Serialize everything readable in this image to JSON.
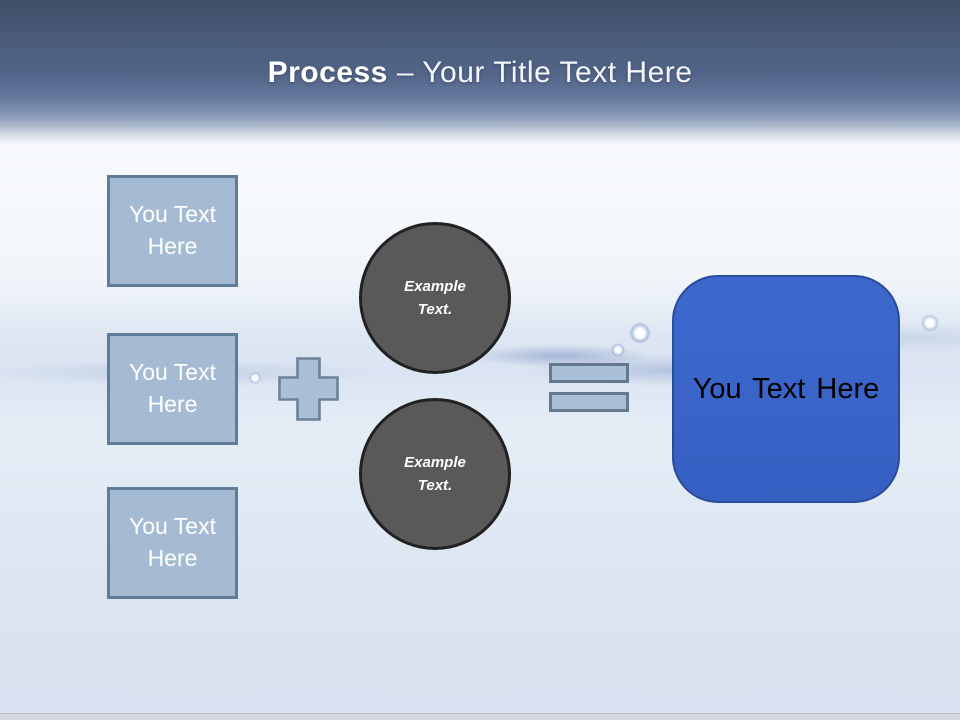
{
  "title": {
    "emphasis": "Process",
    "rest": "– Your Title Text Here"
  },
  "input_boxes": [
    {
      "label": "You Text Here"
    },
    {
      "label": "You Text Here"
    },
    {
      "label": "You Text Here"
    }
  ],
  "operators": {
    "plus_icon": "plus-shape",
    "equals_icon": "equals-shape"
  },
  "example_circles": [
    {
      "label": "Example Text."
    },
    {
      "label": "Example Text."
    }
  ],
  "result_box": {
    "label": "You Text Here"
  },
  "colors": {
    "header_top": "#414F68",
    "shape_fill": "#A5BBD3",
    "shape_border": "#5F7C99",
    "circle_fill": "#595959",
    "circle_border": "#212121",
    "result_fill": "#3A64C8",
    "result_border": "#2A4A9A",
    "title_text": "#FFFFFF",
    "result_text": "#000000"
  }
}
